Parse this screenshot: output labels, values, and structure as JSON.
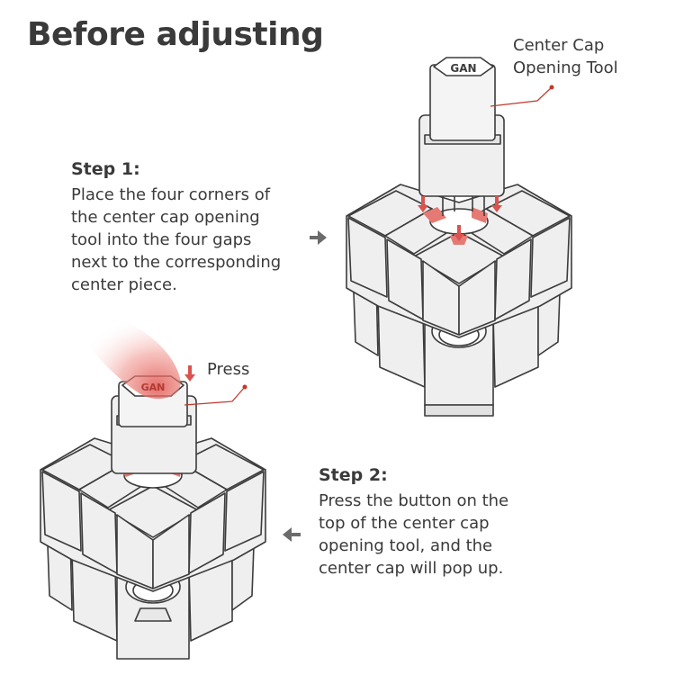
{
  "title": "Before adjusting",
  "tool_label_line1": "Center Cap",
  "tool_label_line2": "Opening Tool",
  "press_label": "Press",
  "step1": {
    "heading": "Step 1:",
    "lines": [
      "Place the four corners of",
      "the center cap opening",
      "tool into the four gaps",
      "next to the corresponding",
      "center piece."
    ]
  },
  "step2": {
    "heading": "Step 2:",
    "lines": [
      "Press the button on the",
      "top of the center cap",
      "opening tool, and the",
      "center cap will pop up."
    ]
  },
  "colors": {
    "text": "#3a3a3a",
    "outline": "#3c3c3c",
    "cube_face": "#efefef",
    "accent_red": "#d9534f",
    "leader_red": "#c0392b",
    "arrow_gray": "#6b6b6b"
  }
}
